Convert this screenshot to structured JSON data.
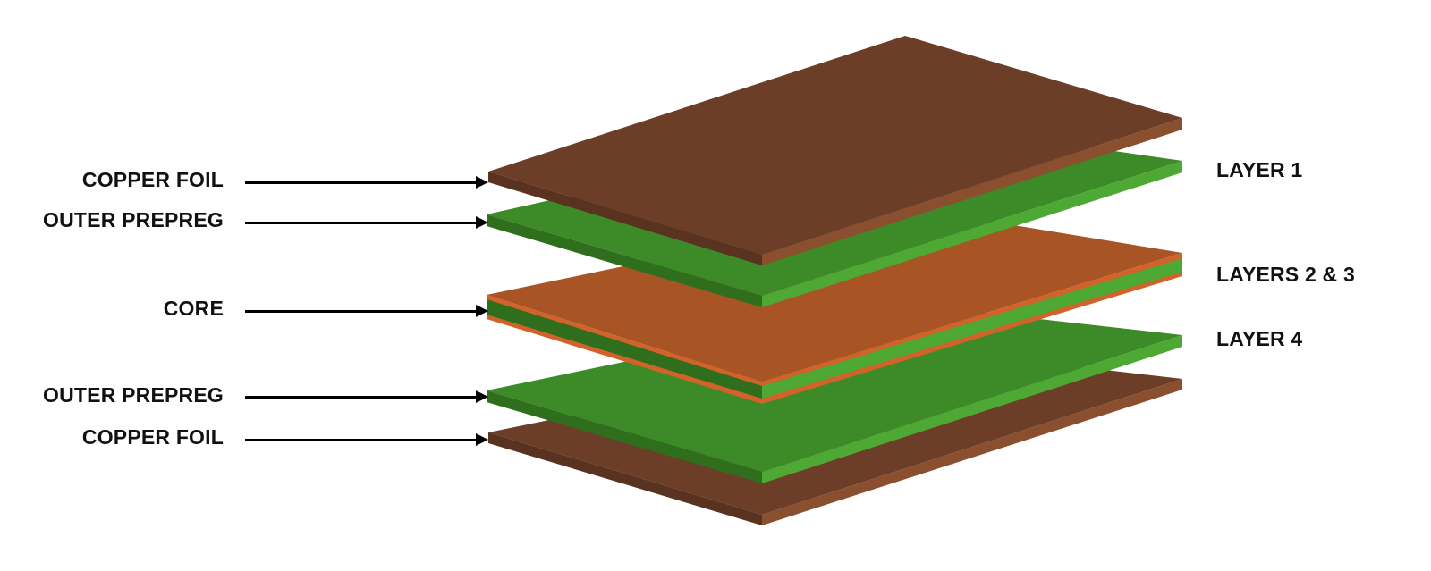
{
  "left_labels": {
    "copper_foil_top": "COPPER FOIL",
    "outer_prepreg_top": "OUTER PREPREG",
    "core": "CORE",
    "outer_prepreg_bottom": "OUTER PREPREG",
    "copper_foil_bottom": "COPPER FOIL"
  },
  "right_labels": {
    "layer_1": "LAYER 1",
    "layers_2_3": "LAYERS 2 & 3",
    "layer_4": "LAYER 4"
  },
  "colors": {
    "copper_top": "#6c3e27",
    "copper_left": "#5a3220",
    "copper_right": "#8a4f2e",
    "prepreg_top": "#3d8a28",
    "prepreg_left": "#2f6e1d",
    "prepreg_right": "#4ea834",
    "core_copper_top": "#a85424",
    "core_copper_edge": "#d0622a",
    "arrow": "#000000",
    "text": "#111111"
  }
}
